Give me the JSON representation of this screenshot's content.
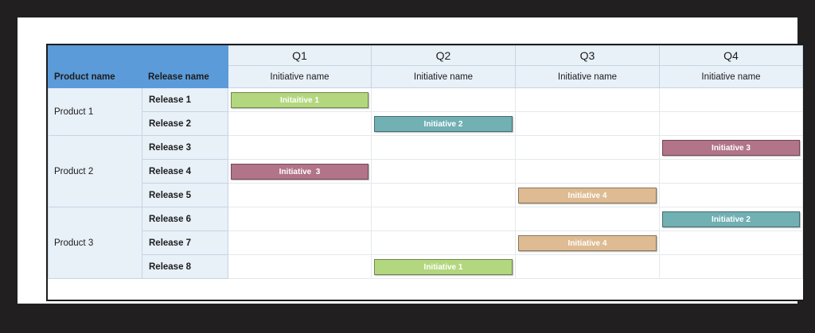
{
  "table": {
    "corner_headers": [
      "Product name",
      "Release name"
    ],
    "quarters": [
      {
        "label": "Q1",
        "sub": "Initiative name"
      },
      {
        "label": "Q2",
        "sub": "Initiative name"
      },
      {
        "label": "Q3",
        "sub": "Initiative name"
      },
      {
        "label": "Q4",
        "sub": "Initiative name"
      }
    ],
    "products": [
      {
        "name": "Product 1",
        "release_count": 2
      },
      {
        "name": "Product 2",
        "release_count": 3
      },
      {
        "name": "Product 3",
        "release_count": 3
      }
    ],
    "rows": [
      {
        "product": "Product 1",
        "release": "Release 1",
        "cells": [
          {
            "label": "Initaitive 1",
            "color": "#b3d77e"
          },
          {
            "label": "",
            "color": ""
          },
          {
            "label": "",
            "color": ""
          },
          {
            "label": "",
            "color": ""
          }
        ]
      },
      {
        "product": "Product 1",
        "release": "Release 2",
        "cells": [
          {
            "label": "",
            "color": ""
          },
          {
            "label": "Initiative 2",
            "color": "#71b0b3"
          },
          {
            "label": "",
            "color": ""
          },
          {
            "label": "",
            "color": ""
          }
        ]
      },
      {
        "product": "Product 2",
        "release": "Release 3",
        "cells": [
          {
            "label": "",
            "color": ""
          },
          {
            "label": "",
            "color": ""
          },
          {
            "label": "",
            "color": ""
          },
          {
            "label": "Initiative 3",
            "color": "#b27489"
          }
        ]
      },
      {
        "product": "Product 2",
        "release": "Release 4",
        "cells": [
          {
            "label": "Initiative  3",
            "color": "#b27489"
          },
          {
            "label": "",
            "color": ""
          },
          {
            "label": "",
            "color": ""
          },
          {
            "label": "",
            "color": ""
          }
        ]
      },
      {
        "product": "Product 2",
        "release": "Release 5",
        "cells": [
          {
            "label": "",
            "color": ""
          },
          {
            "label": "",
            "color": ""
          },
          {
            "label": "Initiative 4",
            "color": "#debb92"
          },
          {
            "label": "",
            "color": ""
          }
        ]
      },
      {
        "product": "Product 3",
        "release": "Release 6",
        "cells": [
          {
            "label": "",
            "color": ""
          },
          {
            "label": "",
            "color": ""
          },
          {
            "label": "",
            "color": ""
          },
          {
            "label": "Initiative 2",
            "color": "#71b0b3"
          }
        ]
      },
      {
        "product": "Product 3",
        "release": "Release 7",
        "cells": [
          {
            "label": "",
            "color": ""
          },
          {
            "label": "",
            "color": ""
          },
          {
            "label": "Initiative 4",
            "color": "#debb92"
          },
          {
            "label": "",
            "color": ""
          }
        ]
      },
      {
        "product": "Product 3",
        "release": "Release 8",
        "cells": [
          {
            "label": "",
            "color": ""
          },
          {
            "label": "Initiative 1",
            "color": "#b3d77e"
          },
          {
            "label": "",
            "color": ""
          },
          {
            "label": "",
            "color": ""
          }
        ]
      }
    ]
  },
  "colors": {
    "header_blue": "#5b9bd9",
    "label_blue": "#e8f0f8",
    "initiative_green": "#b3d77e",
    "initiative_teal": "#71b0b3",
    "initiative_mauve": "#b27489",
    "initiative_tan": "#debb92",
    "page_background": "#211f20",
    "sheet": "#ffffff"
  }
}
